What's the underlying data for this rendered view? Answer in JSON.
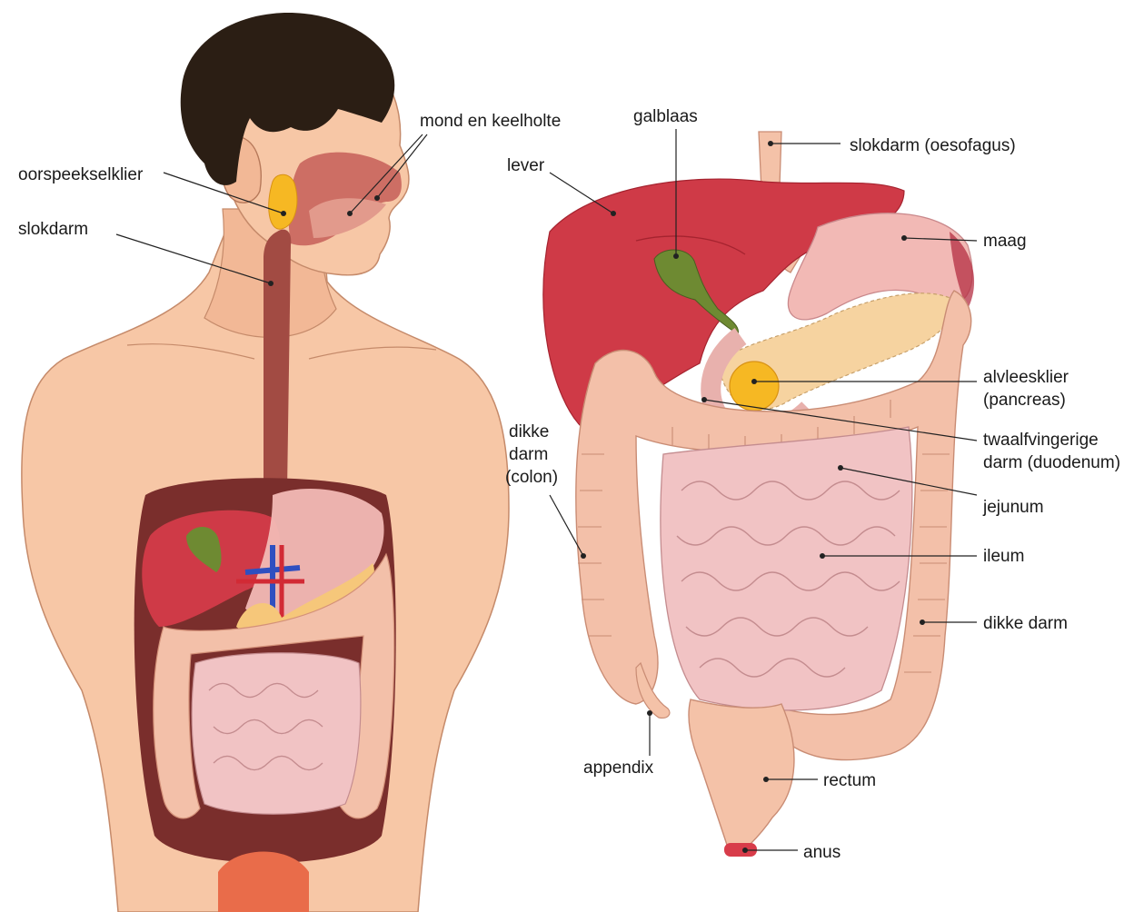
{
  "labels": {
    "mouth": "mond en keelholte",
    "parotid": "oorspeekselklier",
    "esophagus_left": "slokdarm",
    "gallbladder": "galblaas",
    "liver": "lever",
    "esophagus_right": "slokdarm (oesofagus)",
    "stomach": "maag",
    "pancreas_1": "alvleesklier",
    "pancreas_2": "(pancreas)",
    "duodenum_1": "twaalfvingerige",
    "duodenum_2": "darm (duodenum)",
    "colon_left_1": "dikke",
    "colon_left_2": "darm",
    "colon_left_3": "(colon)",
    "jejunum": "jejunum",
    "ileum": "ileum",
    "colon_right": "dikke darm",
    "appendix": "appendix",
    "rectum": "rectum",
    "anus": "anus"
  },
  "colors": {
    "skin": "#f7c7a6",
    "skin_shadow": "#e9a784",
    "hair": "#2b1e14",
    "liver": "#cf3a47",
    "stomach": "#f2b9b5",
    "gallbladder": "#6e8a32",
    "pancreas": "#f6c77a",
    "pancreas_head": "#f6b823",
    "intestine": "#f3c0a9",
    "small_intestine": "#f1c3c4",
    "esophagus": "#a24b43",
    "anus": "#d83c4a",
    "leader": "#222222"
  }
}
